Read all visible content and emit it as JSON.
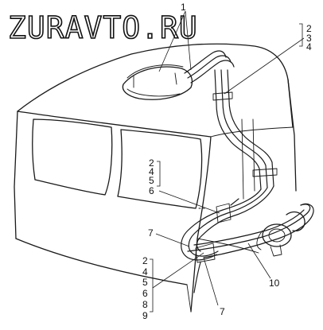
{
  "watermark": "ZURAVTO.RU",
  "callouts": {
    "top": "1",
    "right_group": [
      "2",
      "3",
      "4"
    ],
    "left_mid_group": [
      "2",
      "4",
      "5",
      "6"
    ],
    "label_7_upper": "7",
    "left_bottom_group": [
      "2",
      "4",
      "5",
      "6",
      "8",
      "9"
    ],
    "label_10": "10",
    "label_7_lower": "7"
  }
}
